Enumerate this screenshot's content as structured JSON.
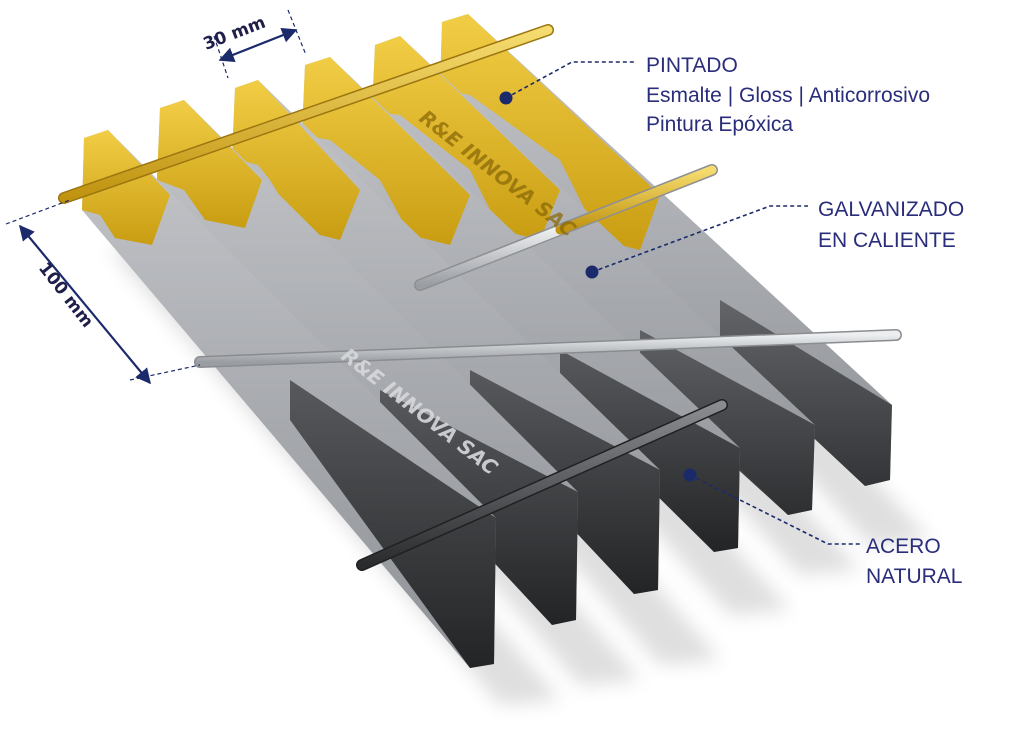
{
  "dimensions": {
    "spacing_label": "30 mm",
    "height_label": "100 mm"
  },
  "watermark": "R&E INNOVA SAC",
  "callouts": {
    "painted": {
      "line1": "PINTADO",
      "line2": "Esmalte | Gloss | Anticorrosivo",
      "line3": "Pintura Epóxica"
    },
    "galvanized": {
      "line1": "GALVANIZADO",
      "line2": "EN CALIENTE"
    },
    "natural": {
      "line1": "ACERO",
      "line2": "NATURAL"
    }
  },
  "colors": {
    "painted": "#e0b51f",
    "galvanized": "#a9acb1",
    "natural": "#3c3d40",
    "callout_text": "#2a2d7a",
    "leader_line": "#1b2a6b"
  }
}
